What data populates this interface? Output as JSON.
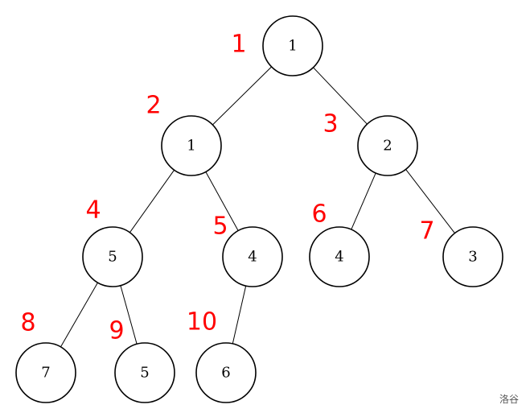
{
  "tree": {
    "nodes": [
      {
        "id": 1,
        "index": "1",
        "value": "1"
      },
      {
        "id": 2,
        "index": "2",
        "value": "1"
      },
      {
        "id": 3,
        "index": "3",
        "value": "2"
      },
      {
        "id": 4,
        "index": "4",
        "value": "5"
      },
      {
        "id": 5,
        "index": "5",
        "value": "4"
      },
      {
        "id": 6,
        "index": "6",
        "value": "4"
      },
      {
        "id": 7,
        "index": "7",
        "value": "3"
      },
      {
        "id": 8,
        "index": "8",
        "value": "7"
      },
      {
        "id": 9,
        "index": "9",
        "value": "5"
      },
      {
        "id": 10,
        "index": "10",
        "value": "6"
      }
    ],
    "edges": [
      [
        1,
        2
      ],
      [
        1,
        3
      ],
      [
        2,
        4
      ],
      [
        2,
        5
      ],
      [
        3,
        6
      ],
      [
        3,
        7
      ],
      [
        4,
        8
      ],
      [
        4,
        9
      ],
      [
        5,
        10
      ]
    ]
  },
  "colors": {
    "index_label": "#ff0000",
    "node_stroke": "#000000",
    "node_fill": "#ffffff"
  },
  "watermark": "洛谷"
}
